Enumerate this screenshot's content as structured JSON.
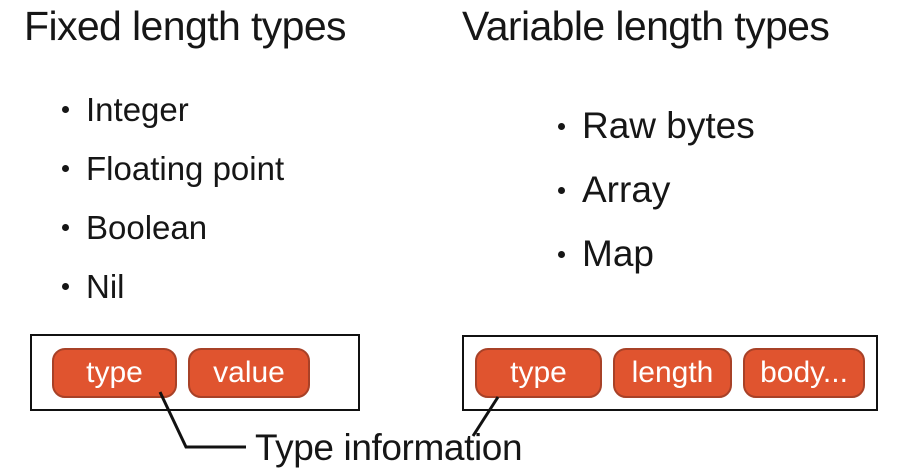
{
  "fixed_length": {
    "heading": "Fixed length types",
    "items": [
      "Integer",
      "Floating point",
      "Boolean",
      "Nil"
    ],
    "struct_fields": [
      "type",
      "value"
    ]
  },
  "variable_length": {
    "heading": "Variable length types",
    "items": [
      "Raw bytes",
      "Array",
      "Map"
    ],
    "struct_fields": [
      "type",
      "length",
      "body..."
    ]
  },
  "annotation": {
    "label": "Type information"
  },
  "colors": {
    "background": "#ffffff",
    "text": "#161616",
    "field_fill": "#e0542f",
    "field_border": "#a84127",
    "field_text": "#ffffff",
    "box_outline": "#111111",
    "line": "#111111"
  }
}
